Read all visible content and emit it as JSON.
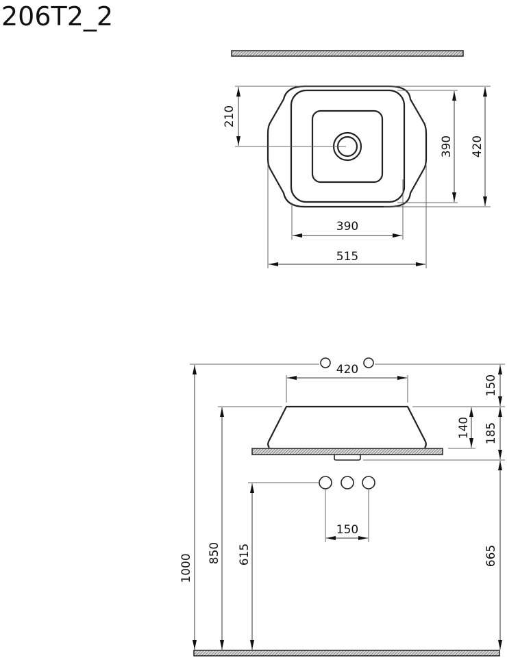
{
  "title": "206T2_2",
  "top_view": {
    "dim_drain_offset": "210",
    "dim_inner_depth": "390",
    "dim_outer_depth": "420",
    "dim_inner_width": "390",
    "dim_outer_width": "515"
  },
  "front_view": {
    "dim_bowl_width": "420",
    "dim_tap_height_above": "150",
    "dim_bowl_height": "140",
    "dim_height_to_drain": "185",
    "dim_total_height": "1000",
    "dim_counter_height": "850",
    "dim_supply_height": "615",
    "dim_drain_outlet_height": "665",
    "dim_supply_spacing": "150"
  },
  "colors": {
    "line": "#222222",
    "hatch_fill": "#9a9a9a"
  }
}
